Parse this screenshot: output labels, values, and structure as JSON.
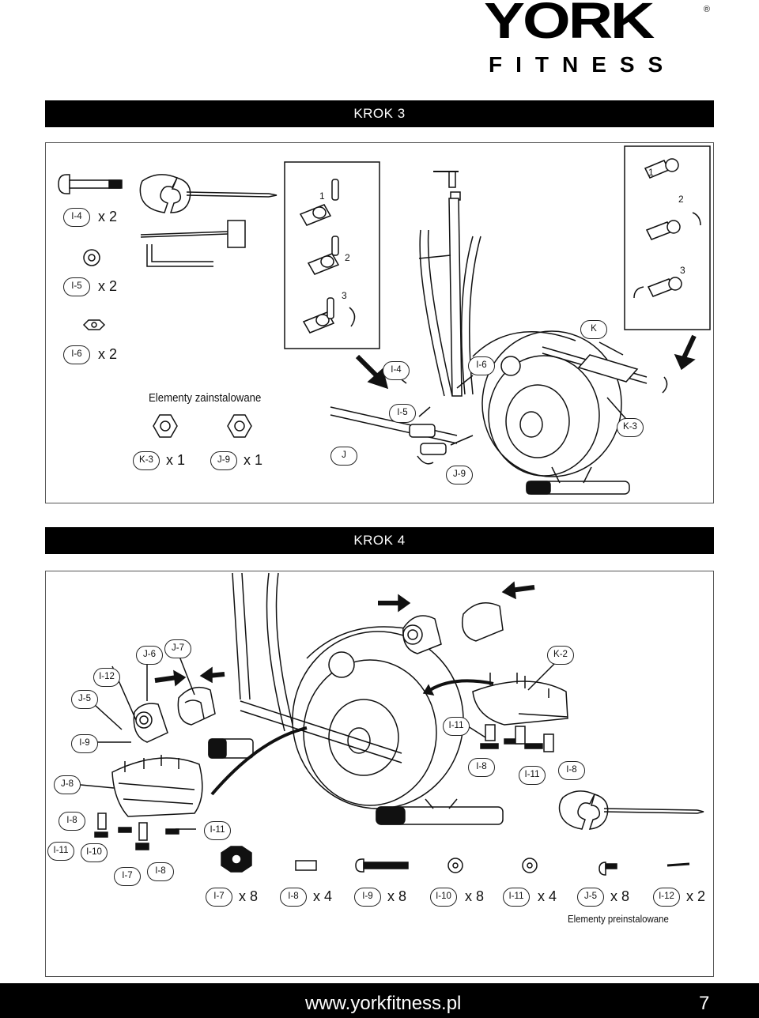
{
  "brand": {
    "name": "YORK",
    "registered": "®",
    "sub": "FITNESS"
  },
  "step3": {
    "title": "KROK 3",
    "parts": [
      {
        "code": "I-4",
        "qty": "x 2"
      },
      {
        "code": "I-5",
        "qty": "x 2"
      },
      {
        "code": "I-6",
        "qty": "x 2"
      }
    ],
    "installed_note": "Elementy zainstalowane",
    "installed_parts": [
      {
        "code": "K-3",
        "qty": "x 1"
      },
      {
        "code": "J-9",
        "qty": "x 1"
      }
    ],
    "detail_steps": [
      "1",
      "2",
      "3"
    ],
    "callouts": [
      "I-4",
      "I-6",
      "I-5",
      "J",
      "J-9",
      "K",
      "K-3"
    ],
    "right_detail_steps": [
      "1",
      "2",
      "3"
    ]
  },
  "step4": {
    "title": "KROK 4",
    "callouts_left": [
      "I-12",
      "J-6",
      "J-7",
      "J-5",
      "I-9",
      "J-8",
      "I-8",
      "I-11",
      "I-10",
      "I-7",
      "I-8",
      "I-11"
    ],
    "callouts_right": [
      "K-2",
      "I-11",
      "I-8",
      "I-11",
      "I-8"
    ],
    "parts": [
      {
        "code": "I-7",
        "qty": "x 8"
      },
      {
        "code": "I-8",
        "qty": "x 4"
      },
      {
        "code": "I-9",
        "qty": "x 8"
      },
      {
        "code": "I-10",
        "qty": "x 8"
      },
      {
        "code": "I-11",
        "qty": "x 4"
      },
      {
        "code": "J-5",
        "qty": "x 8"
      },
      {
        "code": "I-12",
        "qty": "x 2"
      }
    ],
    "preinstalled_note": "Elementy preinstalowane"
  },
  "footer": {
    "url": "www.yorkfitness.pl",
    "page": "7"
  }
}
